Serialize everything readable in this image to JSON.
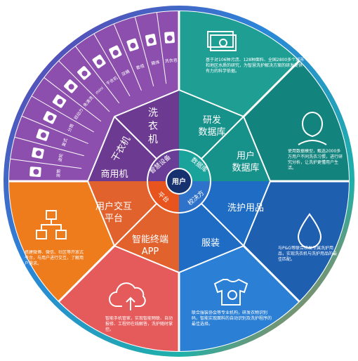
{
  "center": {
    "label": "用户"
  },
  "inner_ring": [
    {
      "key": "smart_device",
      "label": "智慧设备",
      "color": "#6a3d96"
    },
    {
      "key": "database",
      "label": "数据库",
      "color": "#1aa39a"
    },
    {
      "key": "platform",
      "label": "平台",
      "color": "#e8541e"
    },
    {
      "key": "solution",
      "label": "校决方",
      "color": "#2f72c9"
    }
  ],
  "segments": [
    {
      "key": "washer",
      "label": "洗衣机",
      "color": "#7a3f98"
    },
    {
      "key": "dryer",
      "label": "干衣机",
      "color": "#7a3f98"
    },
    {
      "key": "commercial",
      "label": "商用机",
      "color": "#7a3f98"
    },
    {
      "key": "research_db",
      "label": "研发数据库",
      "color": "#1f9e94",
      "desc": "基于对106种污渍、128种面料、全国2800多个城市和地区水质的研究，为智慧洗护解决方案的研发提供有力的科学依据。"
    },
    {
      "key": "user_db",
      "label": "用户数据库",
      "color": "#13837d",
      "desc": "使用数据模型，甄选2000多万用户不同洗衣习惯，进行研究分析，让洗护更懂用户生活。"
    },
    {
      "key": "care_products",
      "label": "洗护用品",
      "color": "#1f5fb0",
      "desc": "与P&G等联合研发专属洗护用品，实现洗衣机与洗护用品的最佳匹配。"
    },
    {
      "key": "garments",
      "label": "服装",
      "color": "#2b7fd4",
      "desc": "联合服装协会等专业机构，研发衣物识别码，智能实现面料的自动识别及洗护程序的最佳选择。"
    },
    {
      "key": "smart_app",
      "label": "智能终端APP",
      "color": "#e55a5a",
      "desc": "智能手机管家，实现智能物联、自动报修、工程师在线解答，洗护随时掌控。"
    },
    {
      "key": "interaction",
      "label": "用户交互平台",
      "color": "#ee7b1c",
      "desc": "搭建微博、微信、社区等开放式平台，与用户进行交互，了解用户需求。"
    }
  ],
  "product_types": [
    "滚筒",
    "波轮",
    "复式",
    "分筒",
    "双动力",
    "免清洗",
    "mini",
    "干衣机",
    "双桶",
    "套组",
    "箱体",
    "洗衣皂"
  ],
  "icons": [
    "washer-icon",
    "money-icon",
    "person-icon",
    "water-drop-icon",
    "shirt-icon",
    "cloud-upload-icon",
    "network-icon"
  ],
  "colors": {
    "washer_purple": "#7a3f98",
    "dryer_purple": "#8e56b0",
    "teal": "#1f9e94",
    "blue": "#2b7fd4",
    "coral": "#e55a5a",
    "orange": "#ee7b1c",
    "rim_gradient_start": "#7a3fa0",
    "rim_gradient_end": "#f15a24"
  }
}
